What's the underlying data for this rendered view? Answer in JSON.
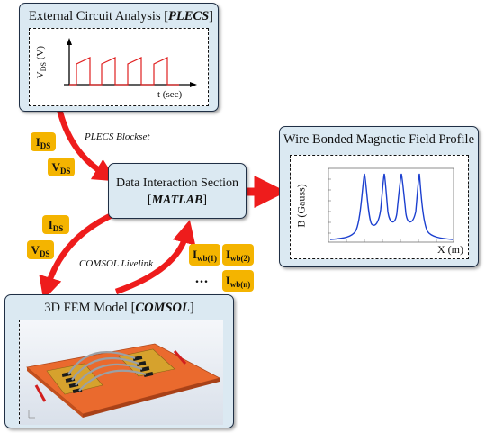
{
  "plecs_panel": {
    "title_prefix": "External Circuit Analysis [",
    "title_em": "PLECS",
    "title_suffix": "]",
    "plot": {
      "y_label": "V",
      "y_label_sub": "DS",
      "y_label_unit": " (V)",
      "x_label": "t (sec)"
    }
  },
  "matlab_box": {
    "line1": "Data Interaction Section",
    "line2_prefix": "[",
    "line2_em": "MATLAB",
    "line2_suffix": "]"
  },
  "field_panel": {
    "title": "Wire Bonded Magnetic Field Profile",
    "plot": {
      "y_label": "B (Gauss)",
      "x_label": "X (m)"
    }
  },
  "comsol_panel": {
    "title_prefix": "3D FEM Model [",
    "title_em": "COMSOL",
    "title_suffix": "]"
  },
  "links": {
    "plecs": "PLECS Blockset",
    "comsol": "COMSOL Livelink",
    "ellipsis": "..."
  },
  "badges": {
    "ids_top": {
      "main": "I",
      "sub": "DS"
    },
    "vds_top": {
      "main": "V",
      "sub": "DS"
    },
    "ids_mid": {
      "main": "I",
      "sub": "DS"
    },
    "vds_mid": {
      "main": "V",
      "sub": "DS"
    },
    "iwb1": {
      "main": "I",
      "sub": "wb(1)"
    },
    "iwb2": {
      "main": "I",
      "sub": "wb(2)"
    },
    "iwbn": {
      "main": "I",
      "sub": "wb(n)"
    }
  },
  "colors": {
    "panel_bg": "#dbe9f2",
    "arrow": "#ee1c1c",
    "badge": "#f4b400",
    "curve_red": "#e02020",
    "curve_blue": "#1b3fcf"
  }
}
